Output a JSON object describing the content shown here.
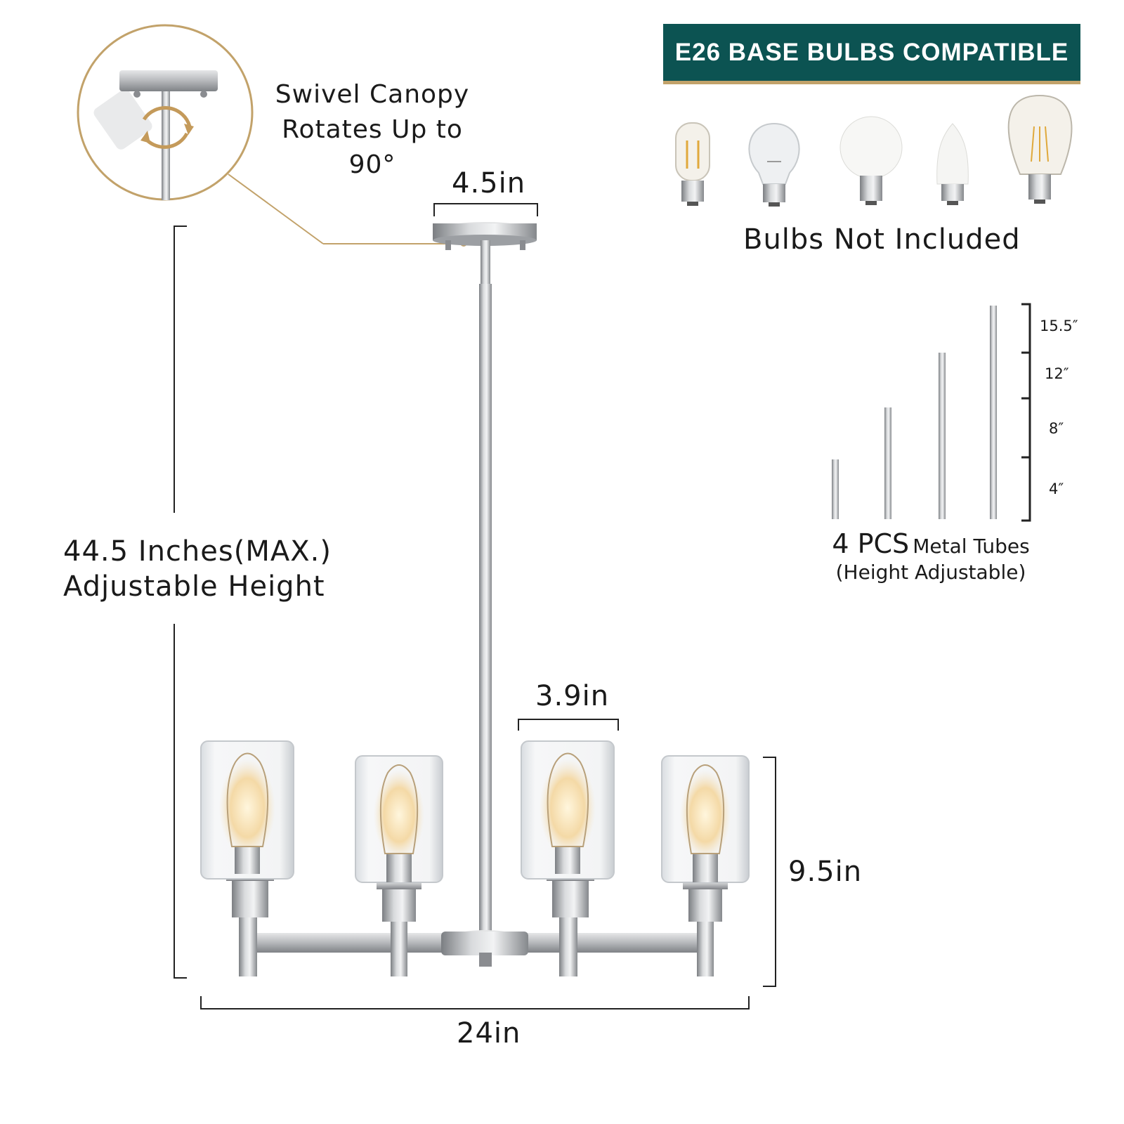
{
  "swivel": {
    "line1": "Swivel Canopy",
    "line2": "Rotates Up to 90°"
  },
  "dimensions": {
    "canopy_width": "4.5in",
    "shade_width": "3.9in",
    "fixture_height": "9.5in",
    "fixture_width": "24in",
    "max_height_line1": "44.5 Inches(MAX.)",
    "max_height_line2": "Adjustable Height"
  },
  "bulbs": {
    "banner": "E26 BASE BULBS COMPATIBLE",
    "note": "Bulbs Not Included"
  },
  "tubes": {
    "count": "4 PCS",
    "name": "Metal Tubes",
    "sub": "(Height Adjustable)",
    "lengths": [
      "15.5″",
      "12″",
      "8″",
      "4″"
    ]
  },
  "colors": {
    "banner": "#0c5352",
    "accent": "#c2a26a",
    "metal": "#a9abad"
  }
}
